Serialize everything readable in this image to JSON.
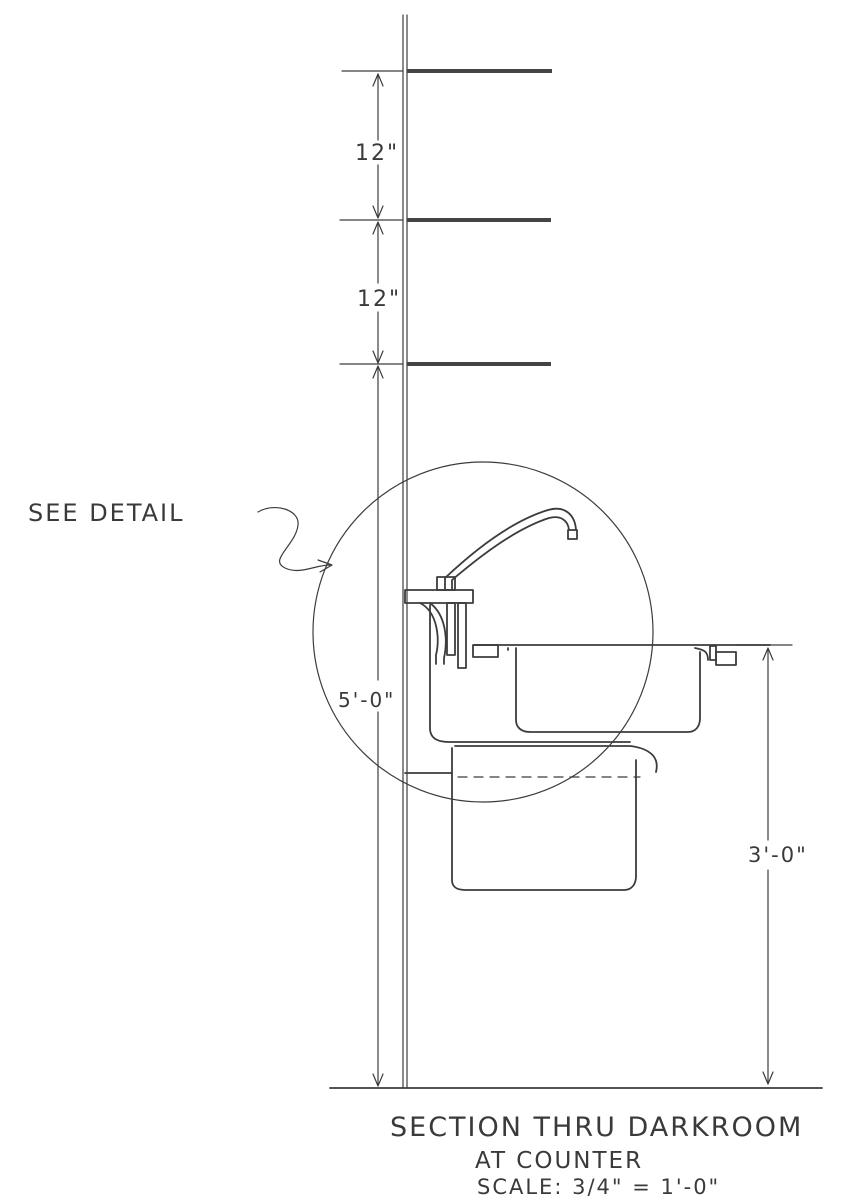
{
  "labels": {
    "see_detail": "SEE DETAIL",
    "dim_shelf_gap_upper": "12\"",
    "dim_shelf_gap_lower": "12\"",
    "dim_to_lowest_shelf": "5'-0\"",
    "dim_counter_height": "3'-0\"",
    "title_line1": "SECTION THRU DARKROOM",
    "title_line2": "AT COUNTER",
    "title_scale": "SCALE: 3/4\" = 1'-0\""
  },
  "colors": {
    "ink": "#3c3c3c",
    "paper": "#ffffff"
  }
}
